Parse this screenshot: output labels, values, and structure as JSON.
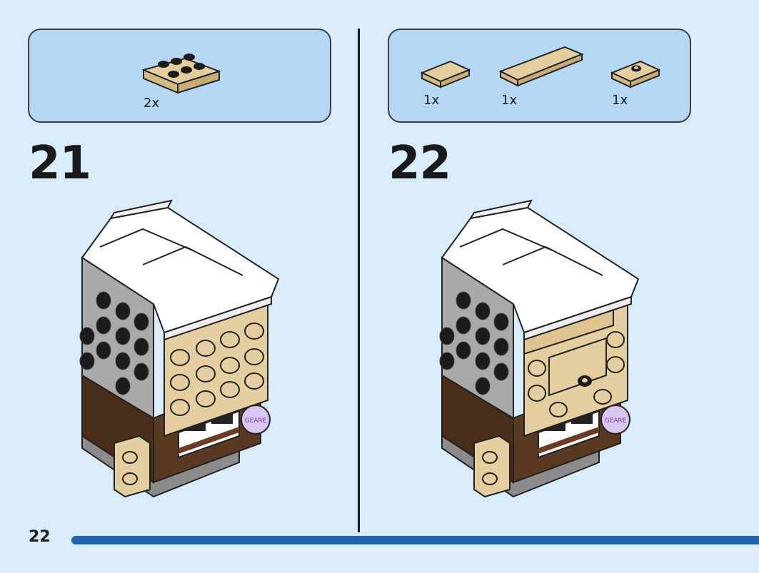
{
  "steps": [
    {
      "number": "21",
      "parts": [
        {
          "name": "tan-plate-2x3-icon",
          "qty": "2x"
        }
      ]
    },
    {
      "number": "22",
      "parts": [
        {
          "name": "tan-tile-1x2-icon",
          "qty": "1x"
        },
        {
          "name": "tan-tile-1x4-icon",
          "qty": "1x"
        },
        {
          "name": "tan-jumper-plate-icon",
          "qty": "1x"
        }
      ]
    }
  ],
  "page_number": "22",
  "colors": {
    "background": "#d8ecfb",
    "parts_box": "#b6d7f4",
    "tan": "#e4cd9e",
    "dark_brown": "#5a3a22",
    "white_brick": "#ffffff",
    "gray_brick": "#a9a9a9",
    "progress_bar": "#1e63b0"
  },
  "badge_text": "GEARE"
}
